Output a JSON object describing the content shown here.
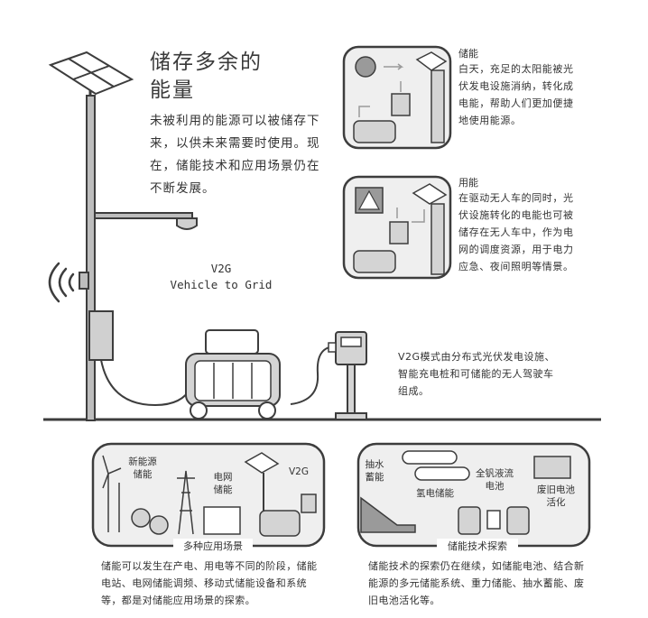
{
  "main": {
    "title_line1": "储存多余的",
    "title_line2": "能量",
    "intro": "未被利用的能源可以被储存下来，以供未来需要时使用。现在，储能技术和应用场景仍在不断发展。",
    "v2g_line1": "V2G",
    "v2g_line2": "Vehicle to Grid",
    "v2g_desc": "V2G模式由分布式光伏发电设施、智能充电桩和可储能的无人驾驶车组成。"
  },
  "storage_box": {
    "heading": "储能",
    "text": "白天，充足的太阳能被光伏发电设施消纳，转化成电能，帮助人们更加便捷地使用能源。"
  },
  "usage_box": {
    "heading": "用能",
    "text": "在驱动无人车的同时，光伏设施转化的电能也可被储存在无人车中，作为电网的调度资源，用于电力应急、夜间照明等情景。"
  },
  "panel_left": {
    "tab": "多种应用场景",
    "label_renewable": "新能源储能",
    "label_grid": "电网储能",
    "label_v2g": "V2G",
    "caption": "储能可以发生在产电、用电等不同的阶段，储能电站、电网储能调频、移动式储能设备和系统等，都是对储能应用场景的探索。"
  },
  "panel_right": {
    "tab": "储能技术探索",
    "label_pumped": "抽水蓄能",
    "label_hydrogen": "氢电储能",
    "label_vanadium": "全钒液流电池",
    "label_recycle": "废旧电池活化",
    "caption": "储能技术的探索仍在继续，如储能电池、结合新能源的多元储能系统、重力储能、抽水蓄能、废旧电池活化等。"
  },
  "colors": {
    "line": "#3d3d3d",
    "mid_gray": "#9a9a9a",
    "light_gray": "#d9d9d9",
    "box_bg": "#efefef"
  }
}
